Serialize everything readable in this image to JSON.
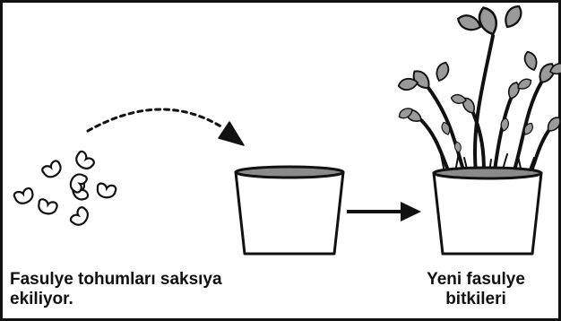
{
  "captions": {
    "left": {
      "line1": "Fasulye tohumları saksıya",
      "line2": "ekiliyor."
    },
    "right": {
      "line1": "Yeni fasulye",
      "line2": "bitkileri"
    }
  },
  "colors": {
    "ink": "#111111",
    "pot_fill": "#ffffff",
    "soil": "#8a8a8a",
    "leaf_fill": "#9a9a9a"
  },
  "icons": [
    "bean-seed",
    "dashed-curved-arrow",
    "flower-pot",
    "right-arrow",
    "bean-plants"
  ]
}
